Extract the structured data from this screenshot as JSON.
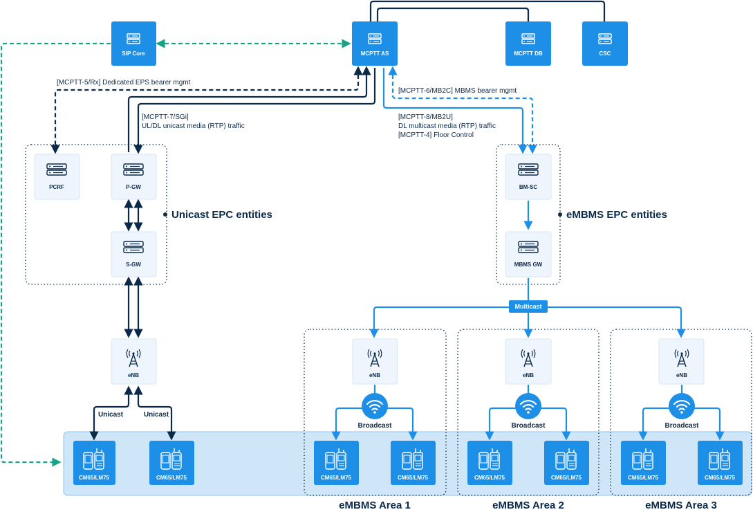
{
  "nodes": {
    "sip_core": "SIP Core",
    "mcptt_as": "MCPTT AS",
    "mcptt_db": "MCPTT DB",
    "csc": "CSC",
    "pcrf": "PCRF",
    "pgw": "P-GW",
    "sgw": "S-GW",
    "enb": "eNB",
    "bmsc": "BM-SC",
    "mbms_gw": "MBMS GW",
    "enb_area1": "eNB",
    "enb_area2": "eNB",
    "enb_area3": "eNB"
  },
  "interfaces": {
    "rx": "[MCPTT-5/Rx] Dedicated EPS bearer mgmt",
    "sgi_1": "[MCPTT-7/SGi]",
    "sgi_2": "UL/DL unicast media (RTP) traffic",
    "mb2c": "[MCPTT-6/MB2C] MBMS bearer mgmt",
    "mb2u_1": "[MCPTT-8/MB2U]",
    "mb2u_2": "DL multicast media (RTP) traffic",
    "mb2u_3": "[MCPTT-4] Floor Control"
  },
  "groups": {
    "unicast_epc": "Unicast EPC entities",
    "embms_epc": "eMBMS EPC entities",
    "area1": "eMBMS Area 1",
    "area2": "eMBMS Area 2",
    "area3": "eMBMS Area 3"
  },
  "links": {
    "multicast": "Multicast",
    "unicast_left": "Unicast",
    "unicast_right": "Unicast",
    "broadcast1": "Broadcast",
    "broadcast2": "Broadcast",
    "broadcast3": "Broadcast"
  },
  "devices": [
    "CM65/LM75",
    "CM65/LM75",
    "CM65/LM75",
    "CM65/LM75",
    "CM65/LM75",
    "CM65/LM75",
    "CM65/LM75",
    "CM65/LM75"
  ],
  "colors": {
    "dark_blue": "#0b2a4a",
    "bright_blue": "#1e8fe6",
    "teal": "#17a38a",
    "light_box": "#eef5fc",
    "device_band": "#cfe6f8"
  }
}
